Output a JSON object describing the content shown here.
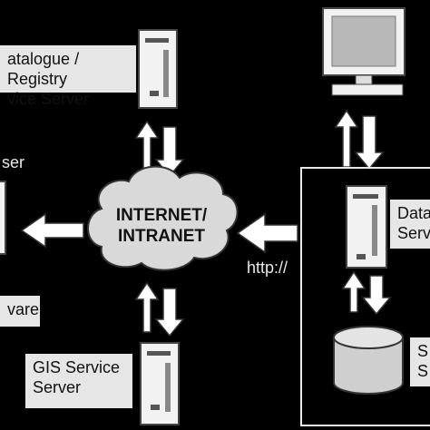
{
  "cloud": {
    "line1": "INTERNET/",
    "line2": "INTRANET"
  },
  "catalogue": {
    "line1": "atalogue / Registry",
    "line2": "vice Server"
  },
  "browser": {
    "text": "ser"
  },
  "middleware": {
    "text": "vare"
  },
  "gis": {
    "line1": "GIS Service",
    "line2": "Server"
  },
  "data_server": {
    "line1": "Data",
    "line2": "Serv"
  },
  "storage": {
    "line1": "S",
    "line2": "S"
  },
  "protocol": {
    "text": "http://"
  },
  "colors": {
    "background": "#000000",
    "box": "#e6e6e6",
    "cloud": "#d9d9d9",
    "line": "#e8e8e8"
  }
}
